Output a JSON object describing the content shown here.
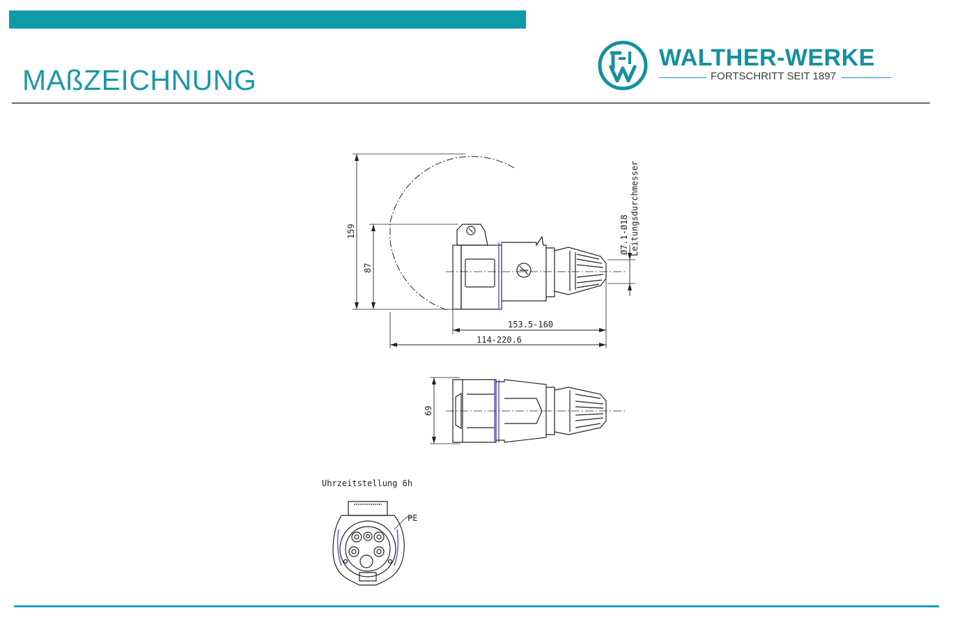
{
  "header": {
    "title": "MAßZEICHNUNG"
  },
  "logo": {
    "name": "WALTHER-WERKE",
    "tagline": "FORTSCHRITT SEIT 1897",
    "color": "#15909f"
  },
  "colors": {
    "accent": "#0e9aa7",
    "rule": "#6a6a6a",
    "outline_accent": "#5a4fb5"
  },
  "drawing": {
    "side_view": {
      "dim_height_total": "159",
      "dim_height_body": "87",
      "dim_length_body": "153.5-160",
      "dim_length_total": "114-220.6",
      "cable_diameter": "Ø7.1-Ø18",
      "cable_label": "Leitungsdurchmesser"
    },
    "top_view": {
      "dim_width": "69"
    },
    "face_view": {
      "caption": "Uhrzeitstellung 6h",
      "pe_label": "PE"
    }
  }
}
